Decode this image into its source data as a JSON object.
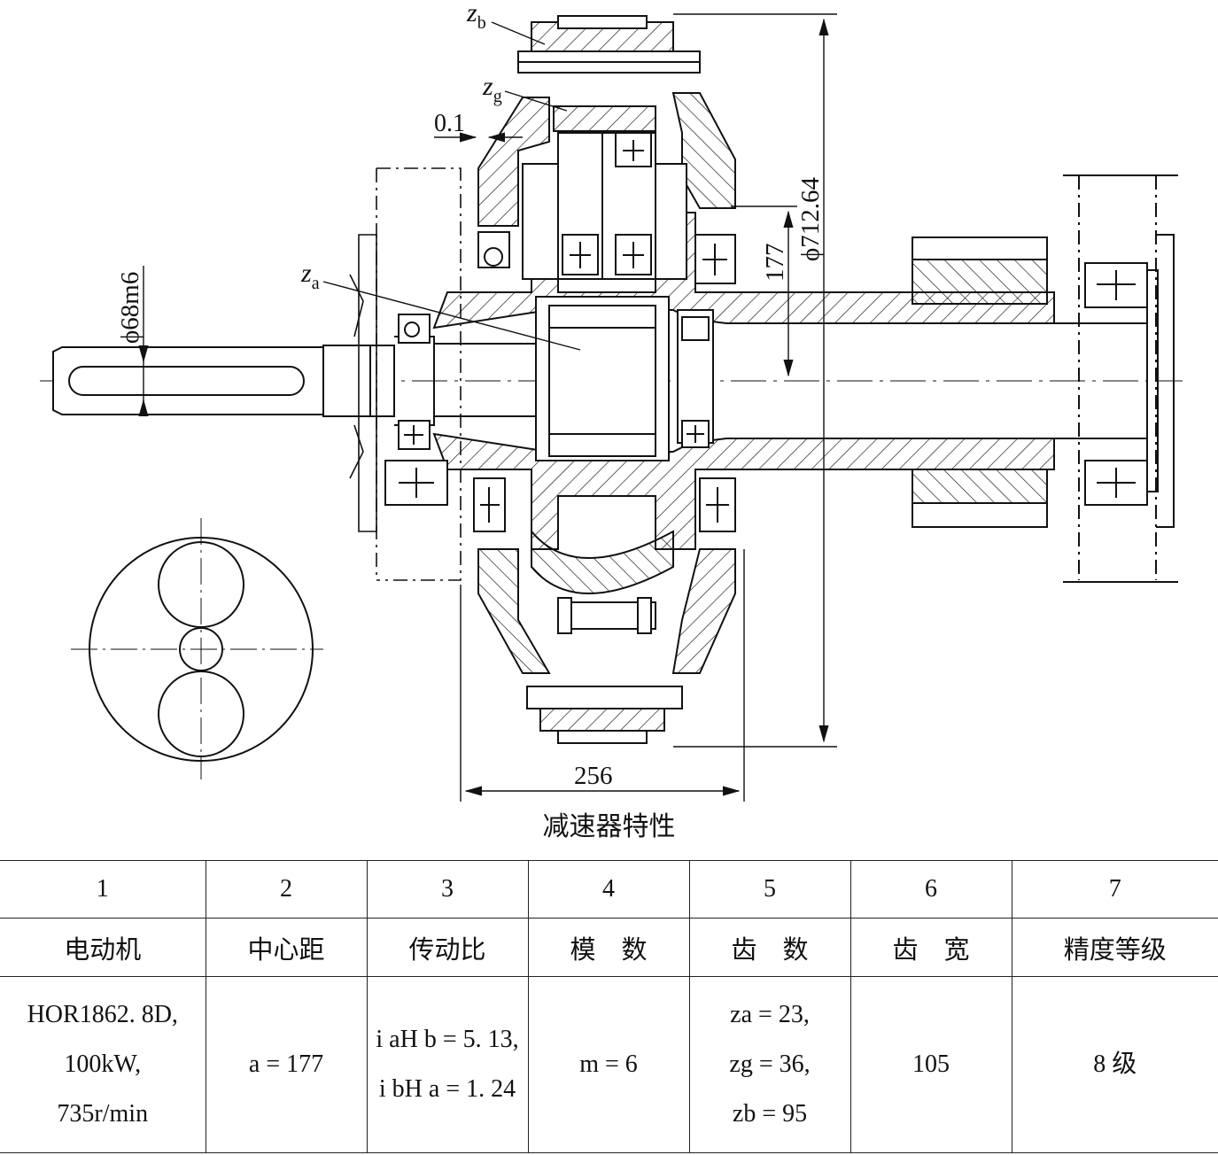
{
  "drawing": {
    "labels": {
      "zb": "z",
      "zb_sub": "b",
      "zg": "z",
      "zg_sub": "g",
      "za": "z",
      "za_sub": "a",
      "clearance": "0.1",
      "shaft_dia": "ϕ68m6",
      "center_dist": "177",
      "outer_dia": "ϕ712.64",
      "width": "256"
    }
  },
  "caption": "减速器特性",
  "table": {
    "numbers": [
      "1",
      "2",
      "3",
      "4",
      "5",
      "6",
      "7"
    ],
    "headers": [
      "电动机",
      "中心距",
      "传动比",
      "模　数",
      "齿　数",
      "齿　宽",
      "精度等级"
    ],
    "motor": [
      "HOR1862. 8D,",
      "100kW,",
      "735r/min"
    ],
    "center_distance": "a = 177",
    "ratio": [
      "i aH b = 5. 13,",
      "i bH a = 1. 24"
    ],
    "module": "m = 6",
    "teeth": [
      "za = 23,",
      "zg = 36,",
      "zb = 95"
    ],
    "face_width": "105",
    "accuracy": "8 级"
  }
}
